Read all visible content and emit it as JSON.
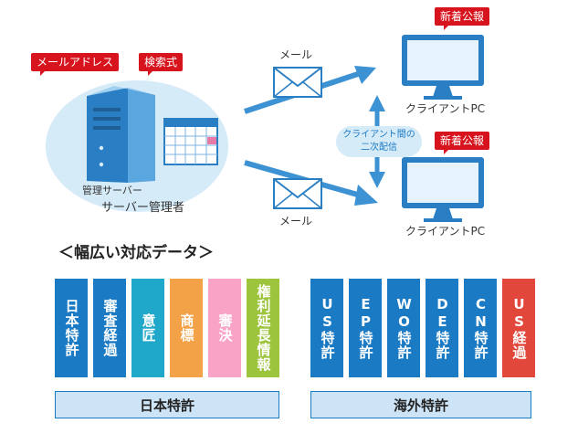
{
  "server": {
    "tags": {
      "email": "メールアドレス",
      "search": "検索式"
    },
    "label_main": "管理サーバー",
    "label_admin": "サーバー管理者"
  },
  "mail_labels": {
    "top": "メール",
    "bottom": "メール"
  },
  "clients": [
    {
      "label": "クライアントPC",
      "notice": "新着公報"
    },
    {
      "label": "クライアントPC",
      "notice": "新着公報"
    }
  ],
  "distribution": {
    "line1": "クライアント間の",
    "line2": "二次配信"
  },
  "section_title": "＜幅広い対応データ＞",
  "japan": {
    "group_label": "日本特許",
    "cards": [
      {
        "text": "日本特許",
        "color": "blue"
      },
      {
        "text": "審査経過",
        "color": "blue"
      },
      {
        "text": "意匠",
        "color": "teal"
      },
      {
        "text": "商標",
        "color": "orange"
      },
      {
        "text": "審決",
        "color": "pink"
      },
      {
        "text": "権利延長情報",
        "color": "green"
      }
    ]
  },
  "overseas": {
    "group_label": "海外特許",
    "cards": [
      {
        "text": "US特許",
        "color": "blue"
      },
      {
        "text": "EP特許",
        "color": "blue"
      },
      {
        "text": "WO特許",
        "color": "blue"
      },
      {
        "text": "DE特許",
        "color": "blue"
      },
      {
        "text": "CN特許",
        "color": "blue"
      },
      {
        "text": "US経過",
        "color": "red"
      }
    ]
  }
}
